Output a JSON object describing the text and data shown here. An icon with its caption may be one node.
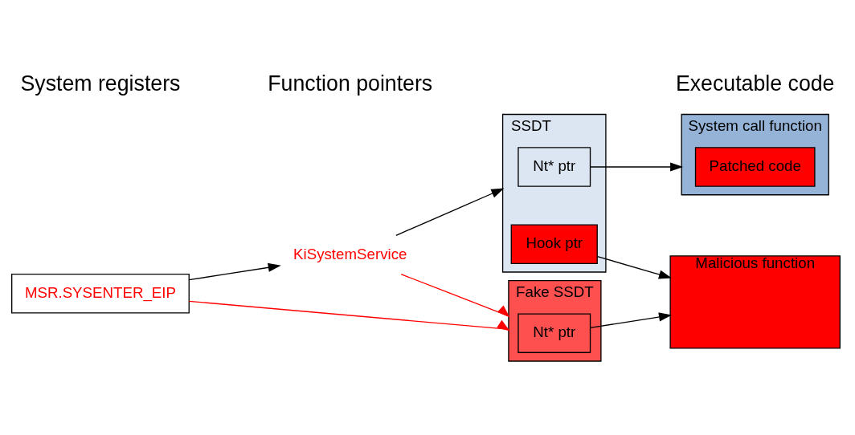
{
  "diagram": {
    "nodes": [
      {
        "text": [
          "MSR.SYSENTER_EIP"
        ]
      },
      {
        "text": [
          "KiSystemService"
        ]
      },
      {
        "text": [
          "SSDT"
        ]
      },
      {
        "text": [
          "Nt* ptr"
        ],
        "in": 2
      },
      {
        "text": [
          "Hook ptr"
        ],
        "in": 2
      },
      {
        "text": [
          "Fake SSDT"
        ]
      },
      {
        "text": [
          "Nt* ptr"
        ],
        "in": 5
      },
      {
        "text": [
          "System call function"
        ]
      },
      {
        "text": [
          "Patched code"
        ],
        "in": 7
      },
      {
        "text": [
          "Malicious function"
        ]
      }
    ],
    "edges": [
      {
        "from": 0,
        "to": 1,
        "arrow": "to"
      },
      {
        "from": 1,
        "to": 2,
        "arrow": "to"
      },
      {
        "from": 0,
        "to": 5,
        "arrow": "to",
        "color": "#ff0000"
      },
      {
        "from": 1,
        "to": 5,
        "arrow": "to",
        "color": "#ff0000"
      },
      {
        "from": 3,
        "to": 7,
        "arrow": "to"
      },
      {
        "from": 4,
        "to": 9,
        "arrow": "to"
      },
      {
        "from": 6,
        "to": 9,
        "arrow": "to"
      }
    ],
    "labels": [
      "System registers",
      "Function pointers",
      "Executable code"
    ]
  }
}
